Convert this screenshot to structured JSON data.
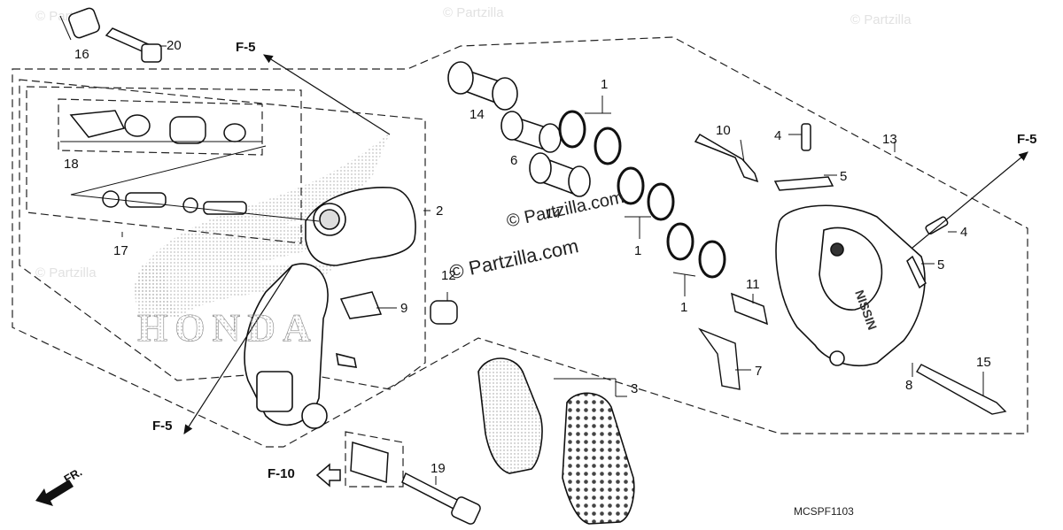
{
  "diagram": {
    "part_labels": {
      "p1a": "1",
      "p1b": "1",
      "p1c": "1",
      "p2": "2",
      "p3": "3",
      "p4a": "4",
      "p4b": "4",
      "p5a": "5",
      "p5b": "5",
      "p6": "6",
      "p7": "7",
      "p8": "8",
      "p9": "9",
      "p10": "10",
      "p11": "11",
      "p12": "12",
      "p13": "13",
      "p14a": "14",
      "p14b": "14",
      "p15": "15",
      "p16": "16",
      "p17": "17",
      "p18": "18",
      "p19": "19",
      "p20": "20"
    },
    "refs": {
      "f5_top": "F-5",
      "f5_right": "F-5",
      "f5_left": "F-5",
      "f10": "F-10",
      "front": "FR."
    },
    "drawing_code": "MCSPF1103",
    "watermark": "© Partzilla.com",
    "watermark_small": "© Partzilla",
    "brand_logo_text": "HONDA",
    "caliper_logo_text": "NISSIN"
  }
}
